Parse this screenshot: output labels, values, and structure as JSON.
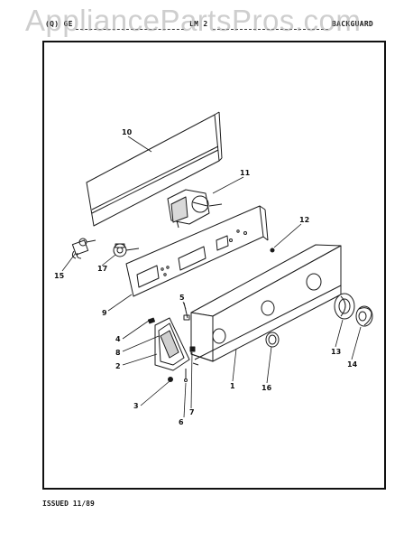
{
  "header": {
    "left": "(Q) GE",
    "mid": "LM 2",
    "right": "BACKGUARD"
  },
  "watermark": "AppliancePartsPros.com",
  "footer": {
    "issued": "ISSUED 11/89"
  },
  "callouts": [
    {
      "id": "c10",
      "label": "10"
    },
    {
      "id": "c11",
      "label": "11"
    },
    {
      "id": "c12",
      "label": "12"
    },
    {
      "id": "c15",
      "label": "15"
    },
    {
      "id": "c17",
      "label": "17"
    },
    {
      "id": "c9",
      "label": "9"
    },
    {
      "id": "c5",
      "label": "5"
    },
    {
      "id": "c4",
      "label": "4"
    },
    {
      "id": "c8",
      "label": "8"
    },
    {
      "id": "c2",
      "label": "2"
    },
    {
      "id": "c3",
      "label": "3"
    },
    {
      "id": "c6",
      "label": "6"
    },
    {
      "id": "c7",
      "label": "7"
    },
    {
      "id": "c1",
      "label": "1"
    },
    {
      "id": "c16",
      "label": "16"
    },
    {
      "id": "c13",
      "label": "13"
    },
    {
      "id": "c14",
      "label": "14"
    }
  ]
}
